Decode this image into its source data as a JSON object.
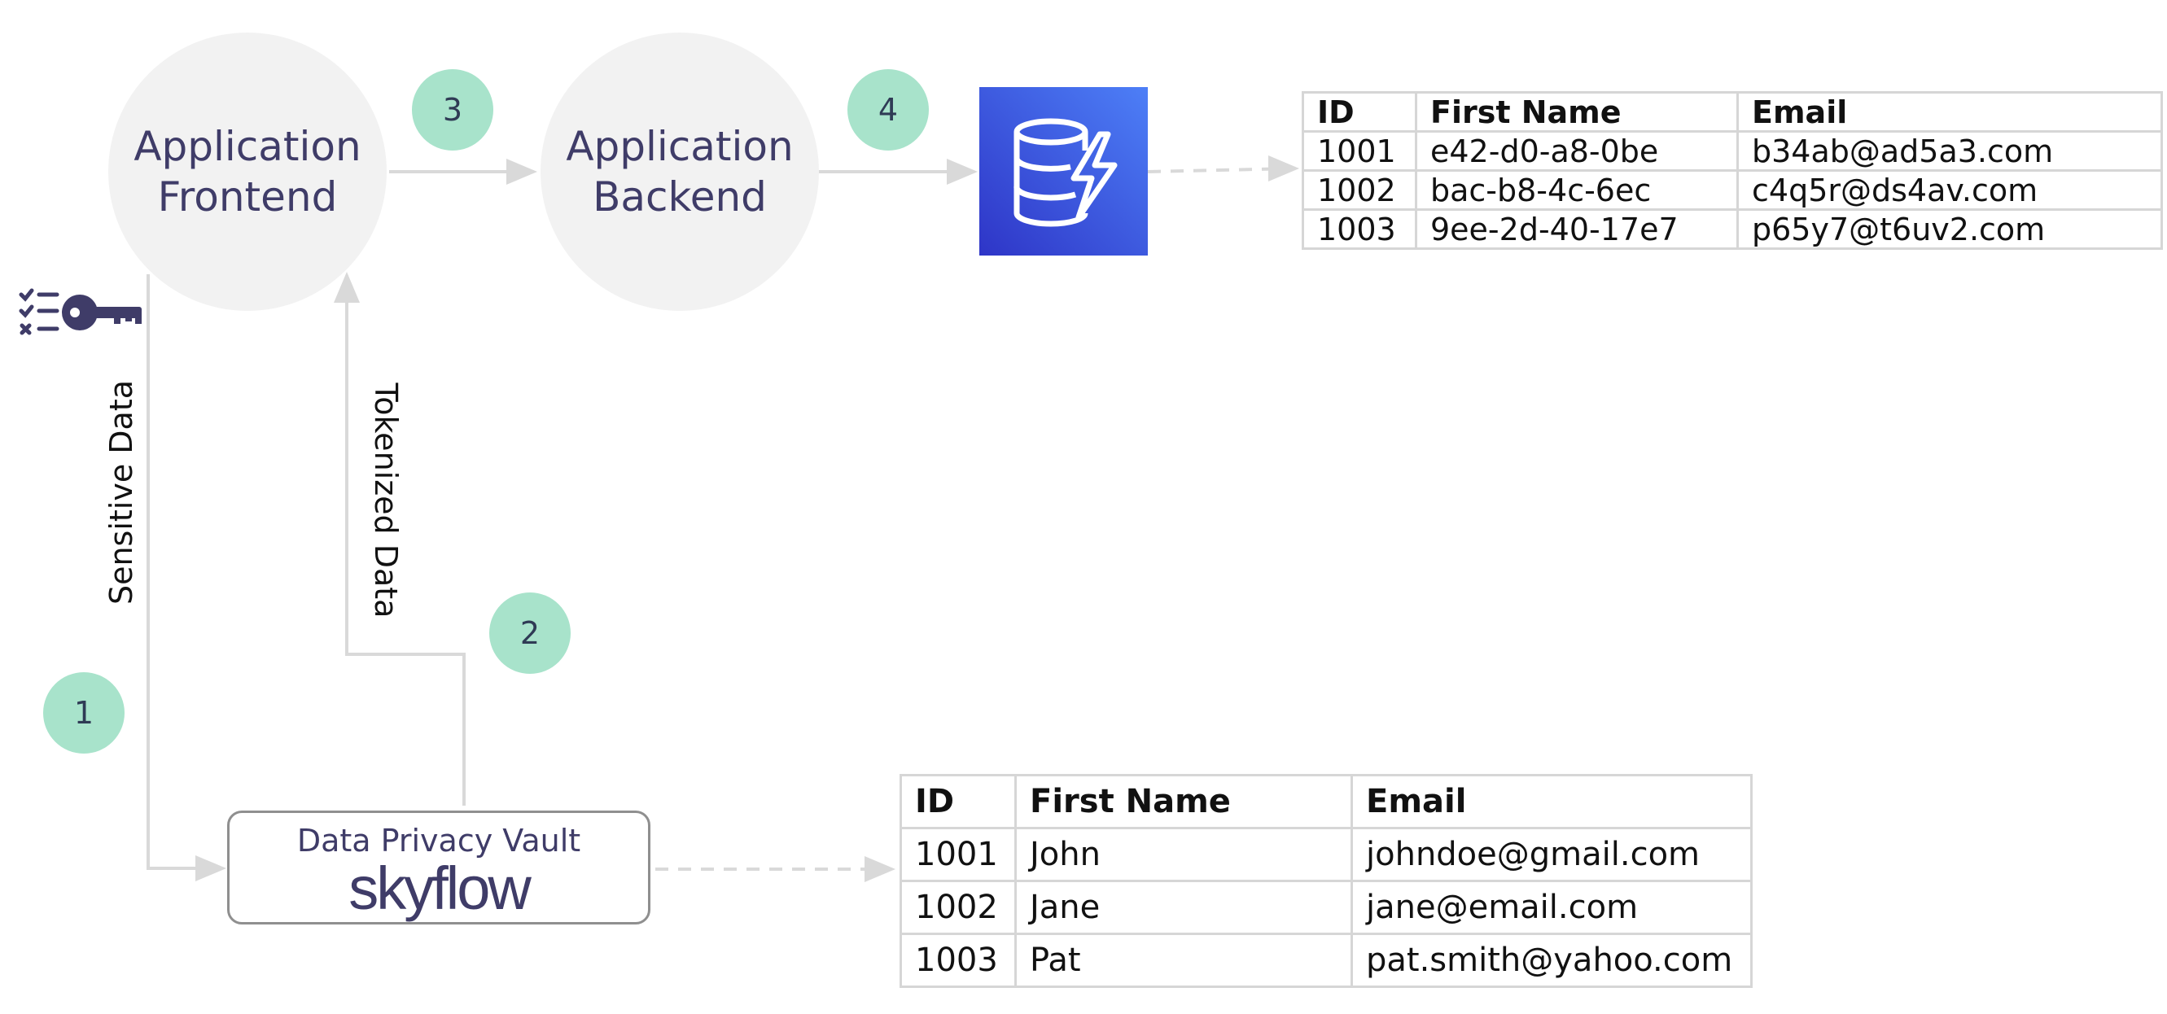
{
  "nodes": {
    "frontend": {
      "label": "Application\nFrontend"
    },
    "backend": {
      "label": "Application\nBackend"
    },
    "vault": {
      "title": "Data Privacy Vault",
      "logo": "skyflow"
    }
  },
  "steps": [
    "1",
    "2",
    "3",
    "4"
  ],
  "flow_labels": {
    "sensitive": "Sensitive Data",
    "tokenized": "Tokenized Data"
  },
  "icons": {
    "database": "dynamodb-database-icon",
    "key": "checklist-key-icon"
  },
  "colors": {
    "node_fill": "#f2f2f2",
    "node_text": "#3f3c68",
    "step_fill": "#a8e3cb",
    "db_gradient_start": "#2e35c7",
    "db_gradient_end": "#4d7ff7",
    "line": "#d9d9d9"
  },
  "tables": {
    "backend": {
      "headers": [
        "ID",
        "First Name",
        "Email"
      ],
      "rows": [
        [
          "1001",
          "e42-d0-a8-0be",
          "b34ab@ad5a3.com"
        ],
        [
          "1002",
          "bac-b8-4c-6ec",
          "c4q5r@ds4av.com"
        ],
        [
          "1003",
          "9ee-2d-40-17e7",
          "p65y7@t6uv2.com"
        ]
      ]
    },
    "vault": {
      "headers": [
        "ID",
        "First Name",
        "Email"
      ],
      "rows": [
        [
          "1001",
          "John",
          "johndoe@gmail.com"
        ],
        [
          "1002",
          "Jane",
          "jane@email.com"
        ],
        [
          "1003",
          "Pat",
          "pat.smith@yahoo.com"
        ]
      ]
    }
  }
}
